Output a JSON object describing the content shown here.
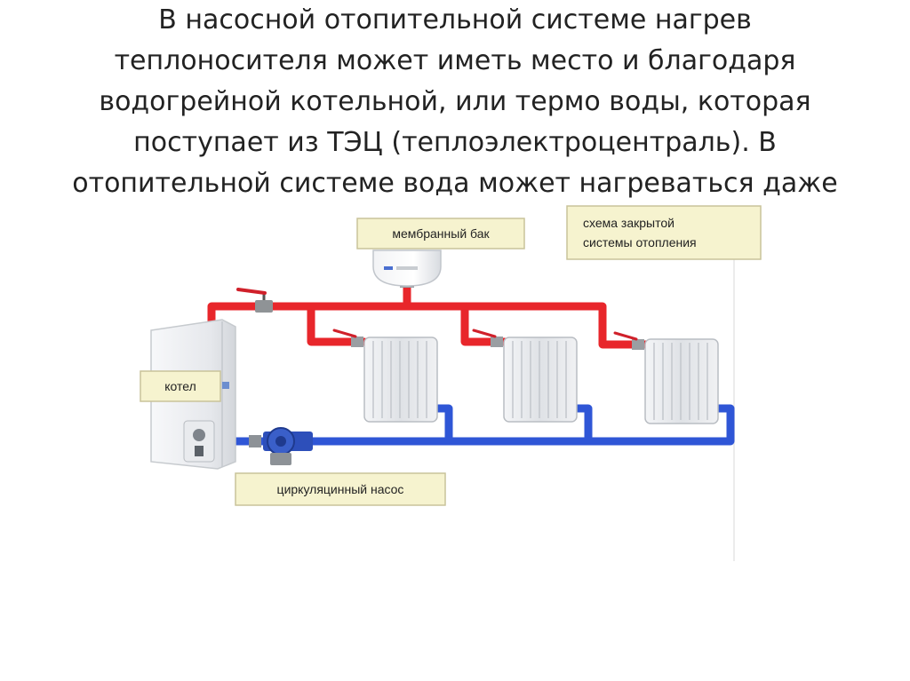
{
  "slide": {
    "text_lines": [
      "В насосной отопительной системе нагрев",
      "теплоносителя может иметь место и благодаря",
      "водогрейной котельной, или термо воды, которая",
      "поступает из ТЭЦ (теплоэлектроцентраль). В",
      "отопительной системе вода может нагреваться даже"
    ]
  },
  "diagram": {
    "labels": {
      "membrane_tank": "мембранный бак",
      "scheme_title_line1": "схема закрытой",
      "scheme_title_line2": "системы отопления",
      "boiler": "котел",
      "pump": "циркуляцинный насос"
    },
    "colors": {
      "supply_pipe": "#e8262b",
      "return_pipe": "#2f56d6",
      "label_bg": "#f6f3cf",
      "label_border": "#c9c39a",
      "radiator": "#e3e6ea"
    }
  }
}
